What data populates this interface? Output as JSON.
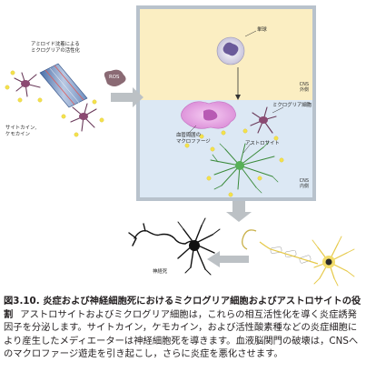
{
  "figure": {
    "amyloid_label_line1": "アミロイド沈着による",
    "amyloid_label_line2": "ミクログリアの活性化",
    "ros_label": "ROS",
    "cytokine_label_line1": "サイトカイン,",
    "cytokine_label_line2": "ケモカイン",
    "monocyte_label": "単球",
    "cns_outside_line1": "CNS",
    "cns_outside_line2": "外側",
    "microglia_label": "ミクログリア細胞",
    "macrophage_label_line1": "血管周囲の",
    "macrophage_label_line2": "マクロファージ",
    "astrocyte_label": "アストロサイト",
    "cns_inside_line1": "CNS",
    "cns_inside_line2": "内側",
    "neuron_death_label": "神経死",
    "colors": {
      "outer_zone": "#fbeec2",
      "inner_zone": "#dce8f4",
      "frame": "#b8c2cc",
      "arrow_gray": "#bcc1c5",
      "cytokine_dot": "#f4e24a",
      "microglia_purple": "#6a3a5a",
      "astrocyte_green": "#3a8a3a",
      "macrophage_pink": "#d98ad6",
      "axon_yellow": "#f2dc6a"
    }
  },
  "caption": {
    "title": "図3.10. 炎症および神経細胞死におけるミクログリア細胞およびアストロサイトの役割",
    "body": "アストロサイトおよびミクログリア細胞は，これらの相互活性化を導く炎症誘発因子を分泌します。サイトカイン，ケモカイン，および活性酸素種などの炎症細胞により産生したメディエーターは神経細胞死を導きます。血液脳関門の破壊は，CNSへのマクロファージ遊走を引き起こし，さらに炎症を悪化させます。"
  }
}
